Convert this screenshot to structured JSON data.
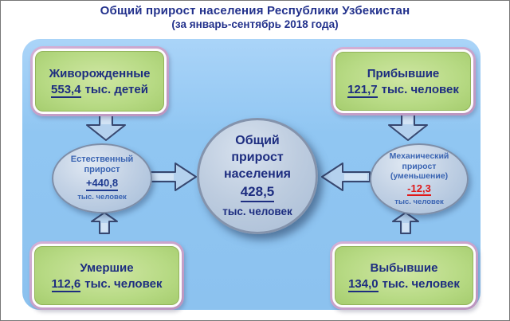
{
  "title": {
    "line1": "Общий прирост населения Республики Узбекистан",
    "line2": "(за январь-сентябрь 2018 года)"
  },
  "boxes": {
    "live_births": {
      "label": "Живорожденные",
      "value": "553,4",
      "unit": "тыс. детей"
    },
    "arrived": {
      "label": "Прибывшие",
      "value": "121,7",
      "unit": "тыс. человек"
    },
    "deceased": {
      "label": "Умершие",
      "value": "112,6",
      "unit": "тыс. человек"
    },
    "departed": {
      "label": "Выбывшие",
      "value": "134,0",
      "unit": "тыс. человек"
    }
  },
  "nodes": {
    "natural_growth": {
      "label_line1": "Естественный",
      "label_line2": "прирост",
      "value": "+440,8",
      "unit": "тыс. человек"
    },
    "mechanical_growth": {
      "label_line1": "Механический",
      "label_line2": "прирост",
      "label_line3": "(уменьшение)",
      "value": "-12,3",
      "unit": "тыс. человек"
    },
    "total_growth": {
      "label_line1": "Общий",
      "label_line2": "прирост",
      "label_line3": "населения",
      "value": "428,5",
      "unit": "тыс. человек"
    }
  },
  "colors": {
    "title_text": "#22318c",
    "panel_blue": "#8ec6f2",
    "box_green": "#b5d784",
    "box_border_plum": "#c09cc2",
    "navy_text": "#1d2d80",
    "node_fill": "#c3d2e5",
    "node_text_blue": "#3a64b2",
    "negative_value_red": "#e01818",
    "arrow_fill": "#b4d1ee",
    "arrow_outline": "#37476f"
  }
}
